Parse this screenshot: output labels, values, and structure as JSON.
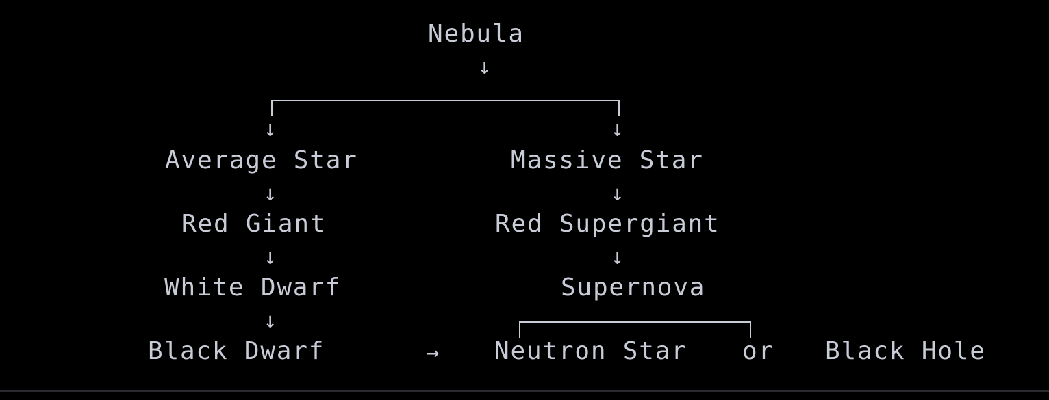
{
  "nodes": {
    "nebula": "Nebula",
    "average_star": "Average Star",
    "massive_star": "Massive Star",
    "red_giant": "Red Giant",
    "red_supergiant": "Red Supergiant",
    "white_dwarf": "White Dwarf",
    "supernova": "Supernova",
    "black_dwarf": "Black Dwarf",
    "neutron_star": "Neutron Star",
    "or": "or",
    "black_hole": "Black Hole"
  },
  "glyphs": {
    "down_arrow": "↓",
    "right_arrow": "→"
  },
  "colors": {
    "background": "#000000",
    "text": "#c8ccd6",
    "lines": "#c8ccd6"
  }
}
